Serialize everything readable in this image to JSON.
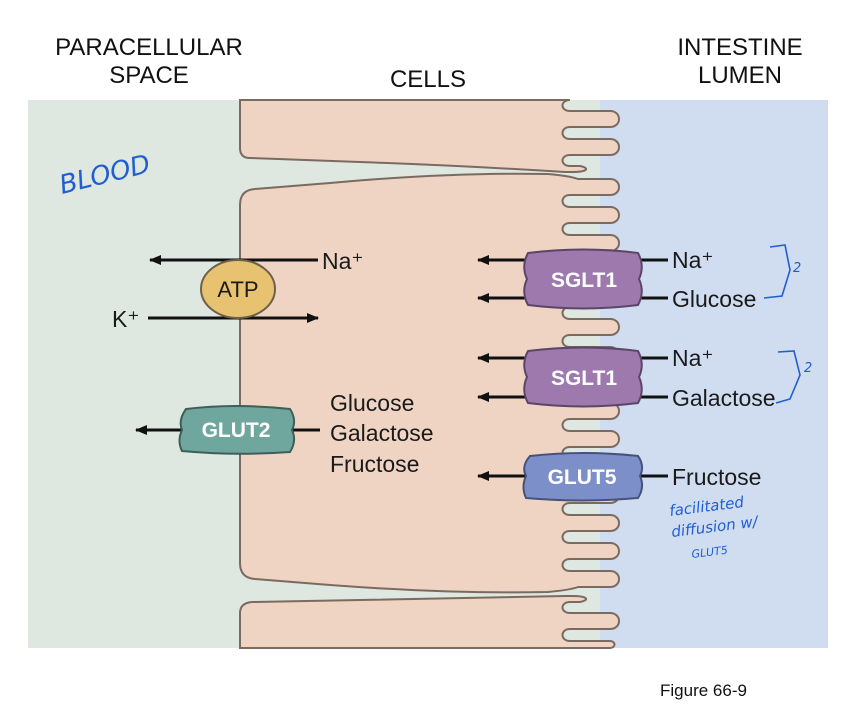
{
  "headers": {
    "paracellular": [
      "PARACELLULAR",
      "SPACE"
    ],
    "cells": "CELLS",
    "lumen": [
      "INTESTINE",
      "LUMEN"
    ]
  },
  "labels": {
    "atp": "ATP",
    "na_basal": "Na⁺",
    "k_basal": "K⁺",
    "glut2": "GLUT2",
    "exit_sugars": [
      "Glucose",
      "Galactose",
      "Fructose"
    ],
    "sglt1_a": "SGLT1",
    "sglt1_a_na": "Na⁺",
    "sglt1_a_sugar": "Glucose",
    "sglt1_b": "SGLT1",
    "sglt1_b_na": "Na⁺",
    "sglt1_b_sugar": "Galactose",
    "glut5": "GLUT5",
    "glut5_sugar": "Fructose"
  },
  "annotations": {
    "blood": "BLOOD",
    "ratio_1": "2",
    "ratio_2": "2",
    "note": [
      "facilitated",
      "diffusion w/",
      "GLUT5"
    ]
  },
  "caption": "Figure 66-9",
  "colors": {
    "paracellular_bg": "#dfe7e1",
    "lumen_bg": "#d0dcef",
    "cell_fill": "#efd4c3",
    "cell_stroke": "#7b6a60",
    "atp": "#e6c271",
    "sglt1": "#9d79ad",
    "glut2": "#6fa79f",
    "glut5": "#7c8fc8",
    "handwriting": "#1f5fd1"
  }
}
